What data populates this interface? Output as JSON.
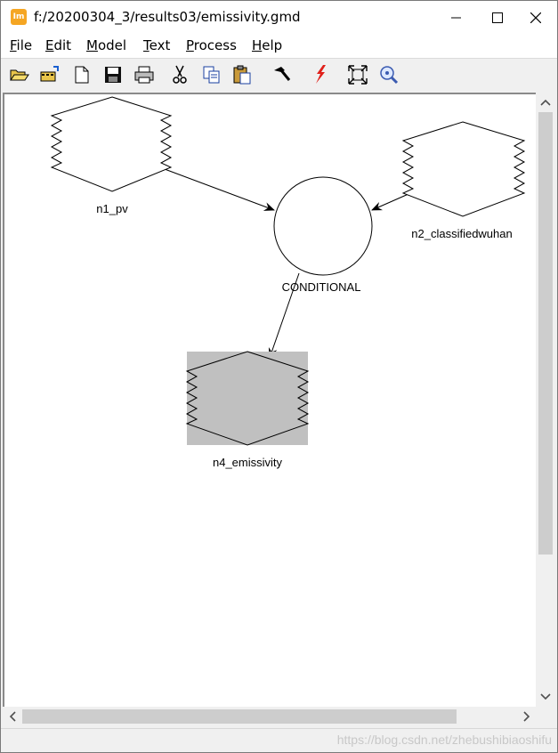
{
  "window": {
    "title": "f:/20200304_3/results03/emissivity.gmd",
    "app_icon_text": "Im"
  },
  "menu": {
    "items": [
      {
        "mnemonic": "F",
        "rest": "ile"
      },
      {
        "mnemonic": "E",
        "rest": "dit"
      },
      {
        "mnemonic": "M",
        "rest": "odel"
      },
      {
        "mnemonic": "T",
        "rest": "ext"
      },
      {
        "mnemonic": "P",
        "rest": "rocess"
      },
      {
        "mnemonic": "H",
        "rest": "elp"
      }
    ]
  },
  "toolbar": {
    "buttons": [
      "open-folder-icon",
      "open-model-icon",
      "new-document-icon",
      "save-icon",
      "print-icon",
      "cut-icon",
      "copy-icon",
      "paste-icon",
      "hammer-icon",
      "run-lightning-icon",
      "fit-view-icon",
      "zoom-icon"
    ]
  },
  "model": {
    "nodes": {
      "n1": {
        "label": "n1_pv"
      },
      "n2": {
        "label": "n2_classifiedwuhan"
      },
      "function": {
        "label": "CONDITIONAL"
      },
      "n4": {
        "label": "n4_emissivity"
      }
    }
  },
  "colors": {
    "selected_node_bg": "#c0c0c0",
    "scroll_thumb": "#cdcdcd",
    "app_icon": "#f5a623",
    "watermark": "#c8c8c8"
  },
  "status": {
    "watermark": "https://blog.csdn.net/zhebushibiaoshifu"
  }
}
